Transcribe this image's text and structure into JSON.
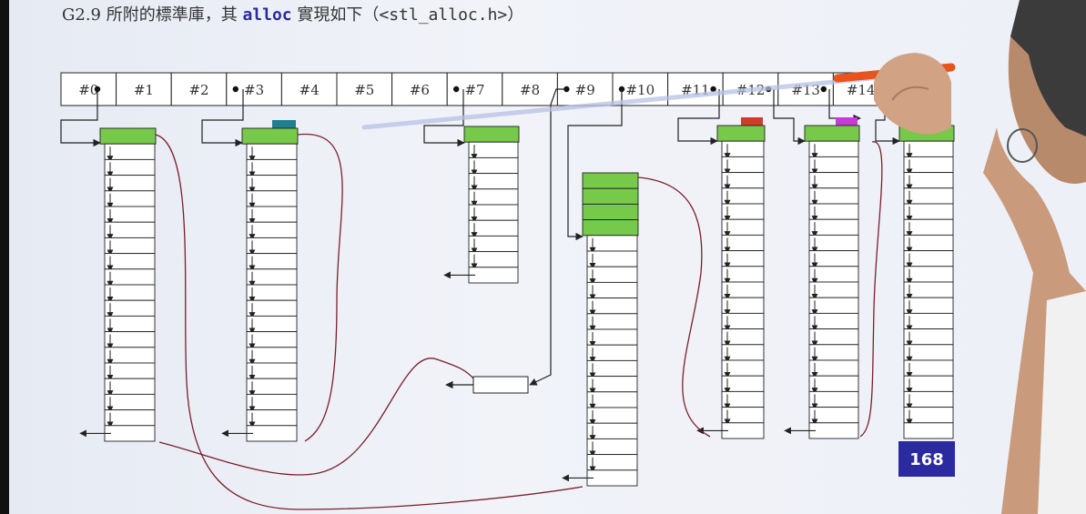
{
  "title": {
    "prefix": "G2.9 所附的標準庫，其 ",
    "keyword": "alloc",
    "middle": " 實現如下（",
    "header": "<stl_alloc.h>",
    "suffix": "）"
  },
  "free_list_slots": [
    "#0",
    "#1",
    "#2",
    "#3",
    "#4",
    "#5",
    "#6",
    "#7",
    "#8",
    "#9",
    "#10",
    "#11",
    "#12",
    "#13",
    "#14"
  ],
  "badge": "168",
  "colors": {
    "allocated": "#77c94a",
    "link": "#7a1f2a",
    "badge_bg": "#2b2b9f",
    "marker_teal": "#1f7f8f",
    "marker_red": "#d23a2a",
    "marker_magenta": "#c43bd8",
    "pointer_highlight": "#e8541e"
  }
}
